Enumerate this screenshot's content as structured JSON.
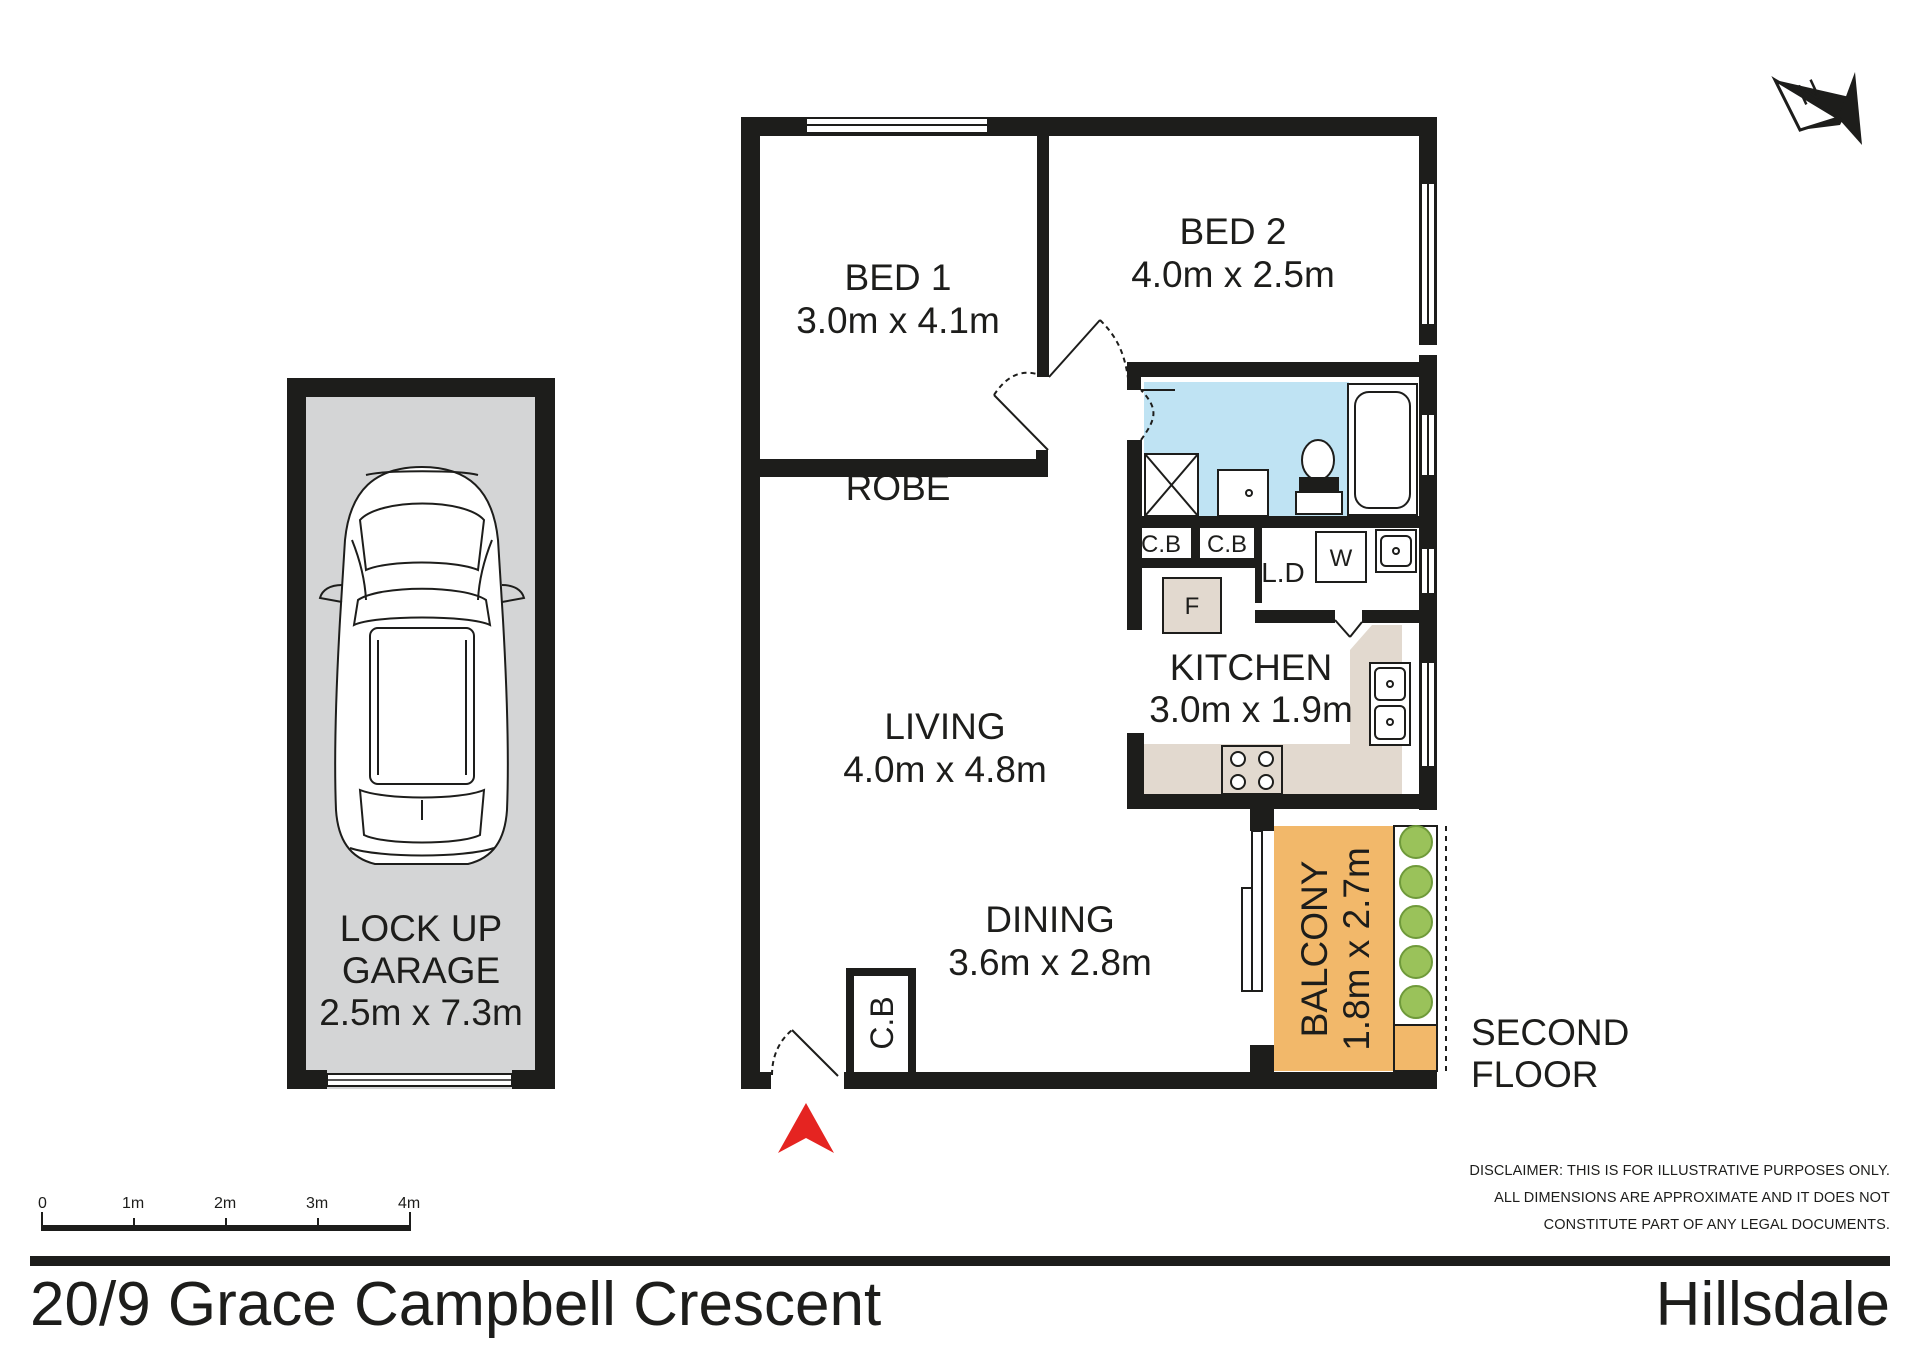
{
  "rooms": {
    "bed1": {
      "name": "BED 1",
      "size": "3.0m x 4.1m"
    },
    "bed2": {
      "name": "BED 2",
      "size": "4.0m x 2.5m"
    },
    "robe": {
      "name": "ROBE"
    },
    "living": {
      "name": "LIVING",
      "size": "4.0m x 4.8m"
    },
    "dining": {
      "name": "DINING",
      "size": "3.6m x 2.8m"
    },
    "kitchen": {
      "name": "KITCHEN",
      "size": "3.0m x 1.9m"
    },
    "balcony": {
      "name": "BALCONY",
      "size": "1.8m x 2.7m"
    },
    "garage": {
      "line1": "LOCK UP",
      "line2": "GARAGE",
      "size": "2.5m x 7.3m"
    },
    "laundry": {
      "name": "L.D"
    }
  },
  "fixtures": {
    "cb_top_left": "C.B",
    "cb_top_right": "C.B",
    "cb_entry": "C.B",
    "fridge": "F",
    "washer": "W"
  },
  "floor_label": {
    "line1": "SECOND",
    "line2": "FLOOR"
  },
  "compass": {
    "letter": "N"
  },
  "scale_bar": {
    "ticks": [
      "0",
      "1m",
      "2m",
      "3m",
      "4m"
    ]
  },
  "disclaimer": [
    "DISCLAIMER: THIS IS FOR ILLUSTRATIVE PURPOSES ONLY.",
    "ALL DIMENSIONS ARE APPROXIMATE AND IT DOES NOT",
    "CONSTITUTE PART OF ANY LEGAL DOCUMENTS."
  ],
  "footer": {
    "address": "20/9 Grace Campbell Crescent",
    "suburb": "Hillsdale"
  },
  "colors": {
    "wall": "#1d1d1b",
    "bathroom": "#bfe3f3",
    "kitchen_bench": "#e2d9cf",
    "balcony": "#f2b86a",
    "garage_floor": "#d4d5d6",
    "entry_arrow": "#e52421",
    "plants": "#9ac25a"
  }
}
